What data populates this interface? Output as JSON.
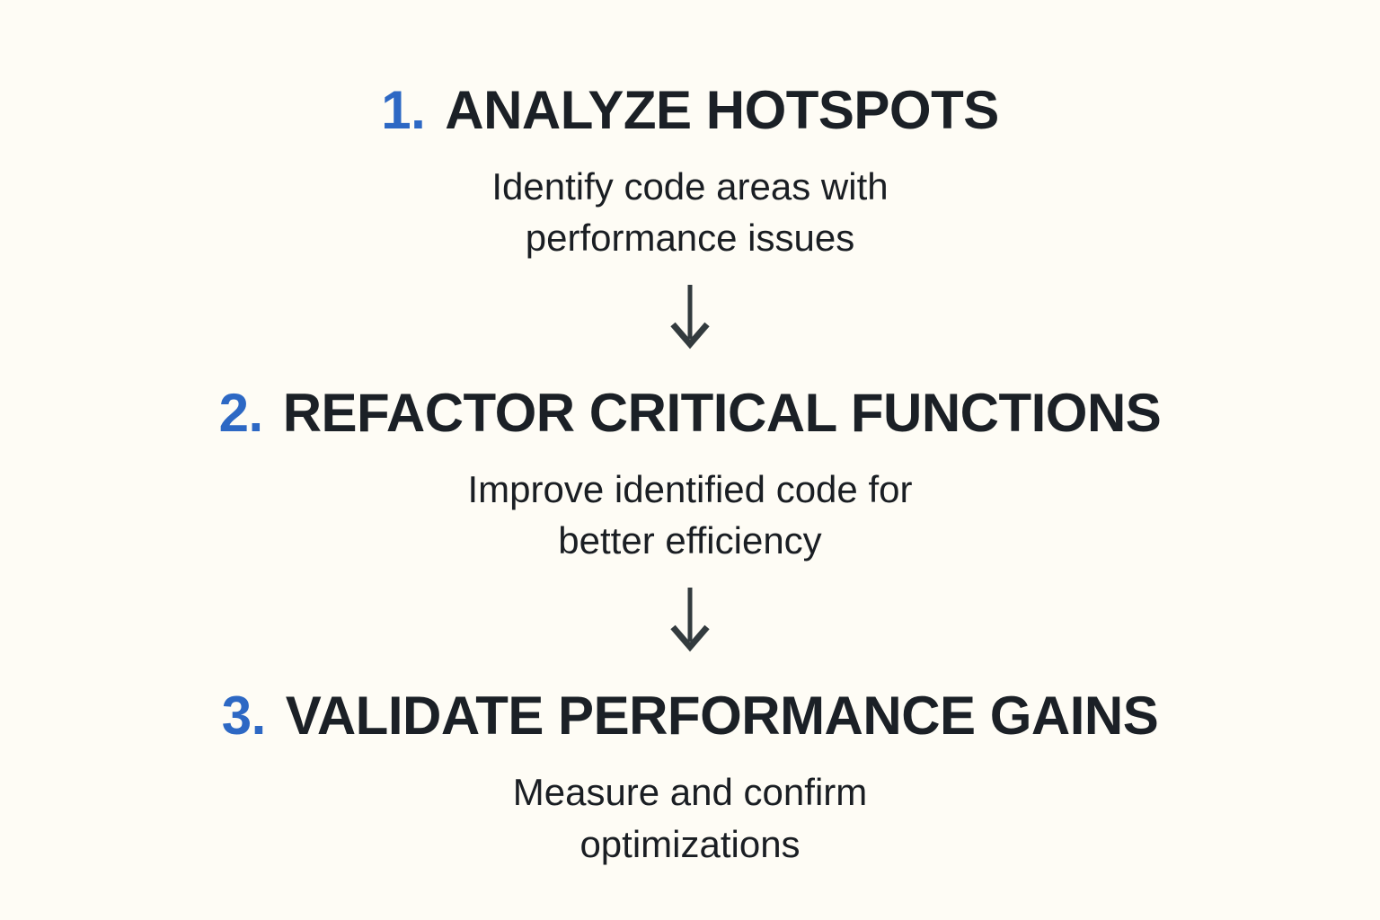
{
  "colors": {
    "background": "#FEFCF5",
    "number": "#2D68C4",
    "heading": "#1B2026",
    "description": "#1A1E23",
    "arrow": "#333B3E"
  },
  "icons": {
    "between_steps": "down-arrow"
  },
  "steps": [
    {
      "number": "1.",
      "title": "ANALYZE HOTSPOTS",
      "description_lines": [
        "Identify code areas with",
        "performance issues"
      ]
    },
    {
      "number": "2.",
      "title": "REFACTOR CRITICAL FUNCTIONS",
      "description_lines": [
        "Improve identified code for",
        "better efficiency"
      ]
    },
    {
      "number": "3.",
      "title": "VALIDATE PERFORMANCE GAINS",
      "description_lines": [
        "Measure and confirm",
        "optimizations"
      ]
    }
  ]
}
